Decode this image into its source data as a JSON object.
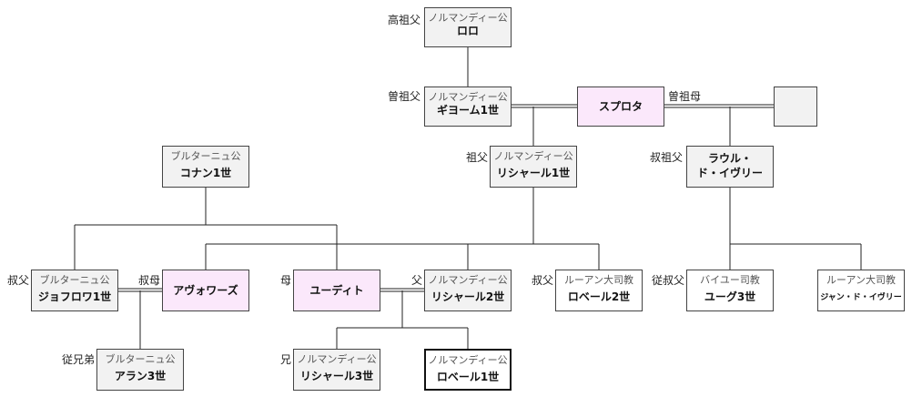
{
  "people": {
    "rollo": {
      "title": "ノルマンディー公",
      "name": "ロロ",
      "rel": "高祖父"
    },
    "guillaume": {
      "title": "ノルマンディー公",
      "name": "ギヨーム1世",
      "rel": "曽祖父"
    },
    "sprota": {
      "name": "スプロタ",
      "rel": "曽祖母"
    },
    "unknown": {
      "name": ""
    },
    "richard1": {
      "title": "ノルマンディー公",
      "name": "リシャール1世",
      "rel": "祖父"
    },
    "raoul": {
      "name_line1": "ラウル・",
      "name_line2": "ド・イヴリー",
      "rel": "叔祖父"
    },
    "conan": {
      "title": "ブルターニュ公",
      "name": "コナン1世"
    },
    "geoffroy": {
      "title": "ブルターニュ公",
      "name": "ジョフロワ1世",
      "rel": "叔父"
    },
    "hawise": {
      "name": "アヴォワーズ",
      "rel": "叔母"
    },
    "judith": {
      "name": "ユーディト",
      "rel": "母"
    },
    "richard2": {
      "title": "ノルマンディー公",
      "name": "リシャール2世",
      "rel": "父"
    },
    "robert_abp": {
      "title": "ルーアン大司教",
      "name": "ロベール2世",
      "rel": "叔父"
    },
    "hugues": {
      "title": "バイユー司教",
      "name": "ユーグ3世",
      "rel": "従叔父"
    },
    "jean": {
      "title": "ルーアン大司教",
      "name": "ジャン・ド・イヴリー"
    },
    "alain": {
      "title": "ブルターニュ公",
      "name": "アラン3世",
      "rel": "従兄弟"
    },
    "richard3": {
      "title": "ノルマンディー公",
      "name": "リシャール3世",
      "rel": "兄"
    },
    "robert1": {
      "title": "ノルマンディー公",
      "name": "ロベール1世"
    }
  }
}
